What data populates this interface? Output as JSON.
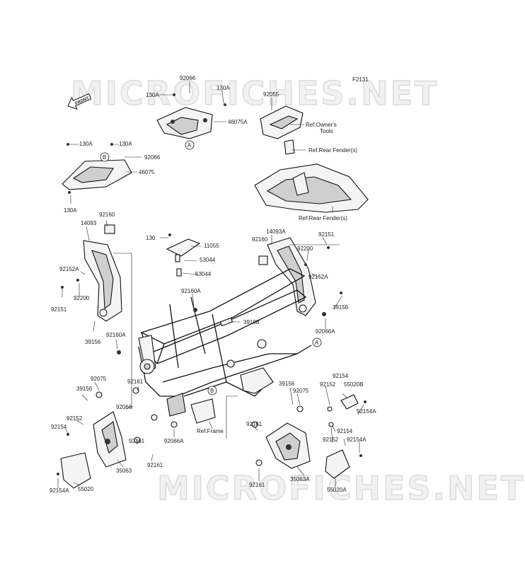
{
  "diagram": {
    "figure_code": "F2131",
    "front_label": "FRONT",
    "watermark": "MICROFICHES.NET",
    "refs": {
      "owners_tools": [
        "Ref.Owner's",
        "Tools"
      ],
      "rear_fender_1": "Ref.Rear Fender(s)",
      "rear_fender_2": "Ref.Rear Fender(s)",
      "frame": "Ref.Frame"
    },
    "markers": {
      "a": "A",
      "b": "B"
    },
    "part_numbers": [
      "92066",
      "130A",
      "130A",
      "46075A",
      "92055",
      "130A",
      "130A",
      "92066",
      "46075",
      "130A",
      "92160",
      "14093",
      "92152A",
      "92200",
      "92151",
      "39156",
      "92160A",
      "130",
      "11055",
      "53044",
      "53044",
      "92160A",
      "39188",
      "14093A",
      "92151",
      "92160",
      "92200",
      "92152A",
      "39156",
      "92066A",
      "92075",
      "39156",
      "92152",
      "92154",
      "92066",
      "92161",
      "92161",
      "92161",
      "92066A",
      "35063",
      "55020",
      "92154A",
      "92154",
      "92152",
      "55020B",
      "39156",
      "92075",
      "92154A",
      "92154",
      "92152",
      "92154A",
      "92161",
      "92161",
      "35063A",
      "55020A"
    ]
  }
}
